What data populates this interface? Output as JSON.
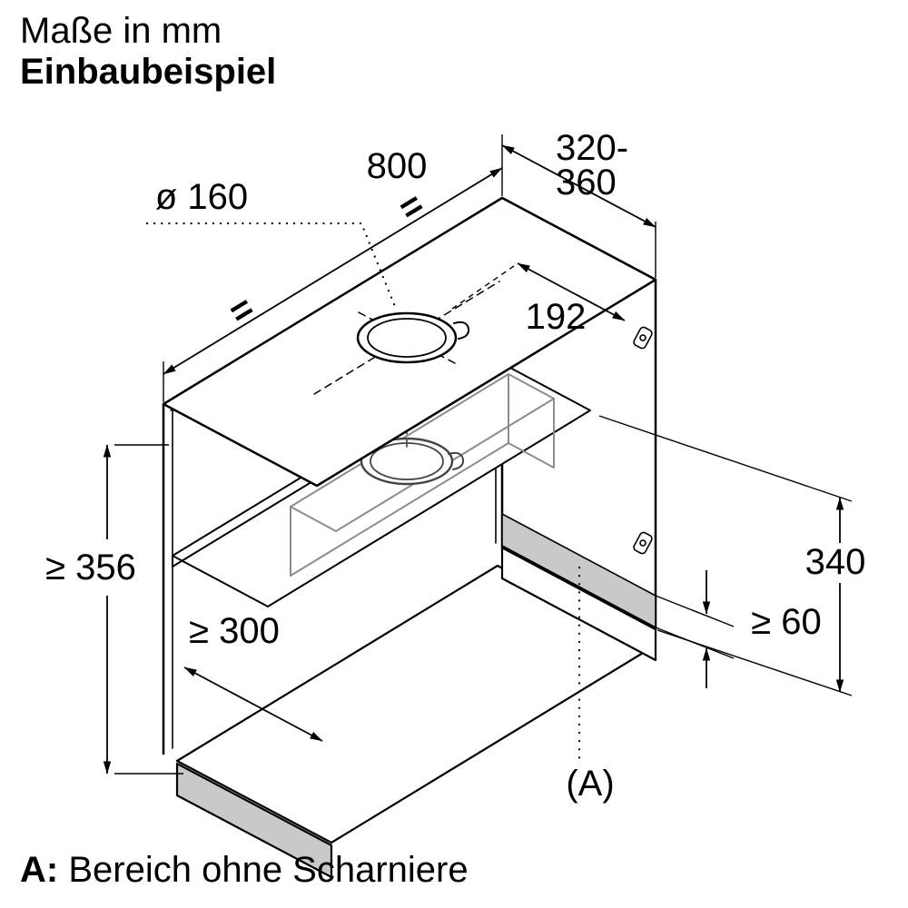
{
  "page": {
    "units_note": "Maße in mm",
    "title": "Einbaubeispiel"
  },
  "legend": {
    "marker": "A:",
    "text": "Bereich ohne Scharniere"
  },
  "dimensions": {
    "duct_diameter": "ø 160",
    "cabinet_width": "800",
    "cabinet_depth_top": "320-",
    "cabinet_depth_bottom": "360",
    "duct_to_wall": "192",
    "min_niche_height": "≥ 356",
    "min_clearance_depth": "≥ 300",
    "lower_clearance_height": "340",
    "hinge_free_min_height": "≥ 60",
    "hinge_free_area": "(A)",
    "equal_left": "=",
    "equal_right": "="
  },
  "colors": {
    "outline": "#000000",
    "shaded_area": "#c9c9c9",
    "hidden_lines": "#8c8c8c"
  }
}
